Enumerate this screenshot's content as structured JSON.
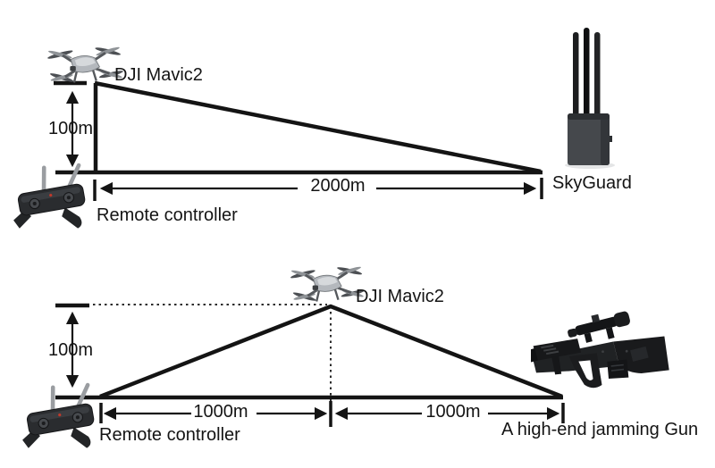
{
  "colors": {
    "background": "#ffffff",
    "line": "#141414",
    "text": "#141414",
    "device_dark": "#1b1c1e",
    "device_gray": "#b4b8bd"
  },
  "top": {
    "drone_label": "DJI Mavic2",
    "height_label": "100m",
    "distance_label": "2000m",
    "controller_label": "Remote controller",
    "device_label": "SkyGuard"
  },
  "bottom": {
    "drone_label": "DJI Mavic2",
    "height_label": "100m",
    "distance_left_label": "1000m",
    "distance_right_label": "1000m",
    "controller_label": "Remote controller",
    "device_label": "A high-end jamming Gun"
  },
  "icons": {
    "drone": "dji-mavic2-quadcopter",
    "remote_controller": "dji-remote-controller",
    "skyguard": "skyguard-jammer-three-antennas",
    "jamming_gun": "rifle-style-jamming-gun"
  }
}
